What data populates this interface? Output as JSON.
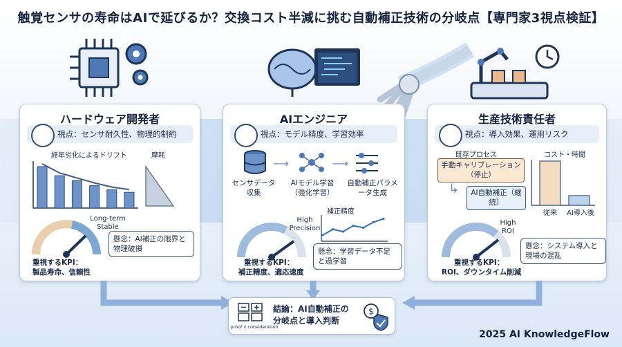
{
  "title": "触覚センサの寿命はAIで延びるか？交換コスト半減に挑む自動補正技術の分岐点【専門家3視点検証】",
  "panels": [
    {
      "heading": "ハードウェア開発者",
      "viewpoint": "視点：センサ耐久性、物理的制約",
      "chart_label": "経年劣化によるドリフト",
      "wear_label": "摩耗",
      "gauge_label": "Long-term Stable",
      "concern": "懸念：AI補正の限界と物理破損",
      "kpi_title": "重視するKPI：",
      "kpi_value": "製品寿命、信頼性"
    },
    {
      "heading": "AIエンジニア",
      "viewpoint": "視点：モデル精度、学習効率",
      "step1": "センサデータ収集",
      "step2": "AIモデル学習（強化学習）",
      "step3": "自動補正パラメータ生成",
      "chart_label": "補正精度",
      "gauge_label": "High Precision",
      "concern": "懸念：学習データ不足と過学習",
      "kpi_title": "重視するKPI：",
      "kpi_value": "補正精度、適応速度"
    },
    {
      "heading": "生産技術責任者",
      "viewpoint": "視点：導入効果、運用リスク",
      "process_label": "既存プロセス",
      "process_old": "手動キャリブレーション（停止）",
      "process_new": "AI自動補正（継続）",
      "cost_label": "コスト・時間",
      "cost_old": "従来",
      "cost_new": "AI導入後",
      "gauge_label": "High ROI",
      "concern": "懸念：システム導入と現場の混乱",
      "kpi_title": "重視するKPI：",
      "kpi_value": "ROI、ダウンタイム削減"
    }
  ],
  "conclusion": {
    "text": "結論：AI自動補正の分岐点と導入判断",
    "calc_caption": "proof x consideration"
  },
  "footer": "2025 AI KnowledgeFlow",
  "chart_data": [
    {
      "type": "bar",
      "categories": [
        "1",
        "2",
        "3",
        "4",
        "5",
        "6"
      ],
      "values": [
        100,
        78,
        66,
        54,
        44,
        38
      ],
      "title": "経年劣化によるドリフト"
    },
    {
      "type": "line",
      "x": [
        1,
        2,
        3,
        4,
        5,
        6,
        7
      ],
      "values": [
        20,
        45,
        35,
        60,
        52,
        75,
        90
      ],
      "title": "補正精度"
    },
    {
      "type": "bar",
      "categories": [
        "従来",
        "AI導入後"
      ],
      "values": [
        100,
        22
      ],
      "title": "コスト・時間"
    }
  ],
  "colors": {
    "accent": "#3a5b88",
    "panel_border": "#b9cbe3",
    "orange": "#fde9d3"
  }
}
